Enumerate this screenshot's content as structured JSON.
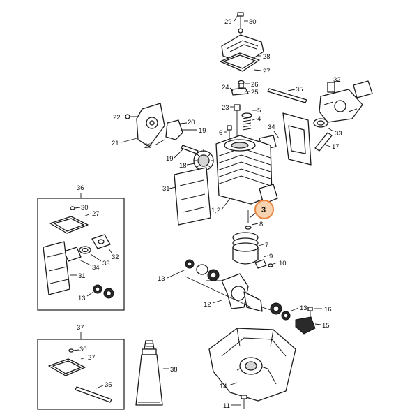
{
  "diagram": {
    "highlight": {
      "label": "3",
      "accent_color": "#e8823c",
      "fill_color": "#f6d2ae"
    },
    "labels": {
      "p29": "29",
      "p30": "30",
      "p28": "28",
      "p27": "27",
      "p32": "32",
      "p26": "26",
      "p24": "24",
      "p25": "25",
      "p35": "35",
      "p23": "23",
      "p5": "5",
      "p4": "4",
      "p6": "6",
      "p22": "22",
      "p20a": "20",
      "p19a": "19",
      "p21": "21",
      "p20b": "20",
      "p34": "34",
      "p33": "33",
      "p17": "17",
      "p19b": "19",
      "p18": "18",
      "p31": "31",
      "p12cyl": "1,2",
      "p8": "8",
      "p7": "7",
      "p9": "9",
      "p10": "10",
      "p13a": "13",
      "p12": "12",
      "p13b": "13",
      "p16": "16",
      "p15": "15",
      "p14": "14",
      "p11": "11",
      "p38": "38",
      "box36": {
        "title": "36",
        "p30": "30",
        "p27": "27",
        "p32": "32",
        "p33": "33",
        "p34": "34",
        "p31": "31",
        "p13": "13"
      },
      "box37": {
        "title": "37",
        "p30": "30",
        "p27": "27",
        "p35": "35"
      }
    },
    "colors": {
      "line": "#1a1a1a",
      "background": "#ffffff"
    }
  }
}
